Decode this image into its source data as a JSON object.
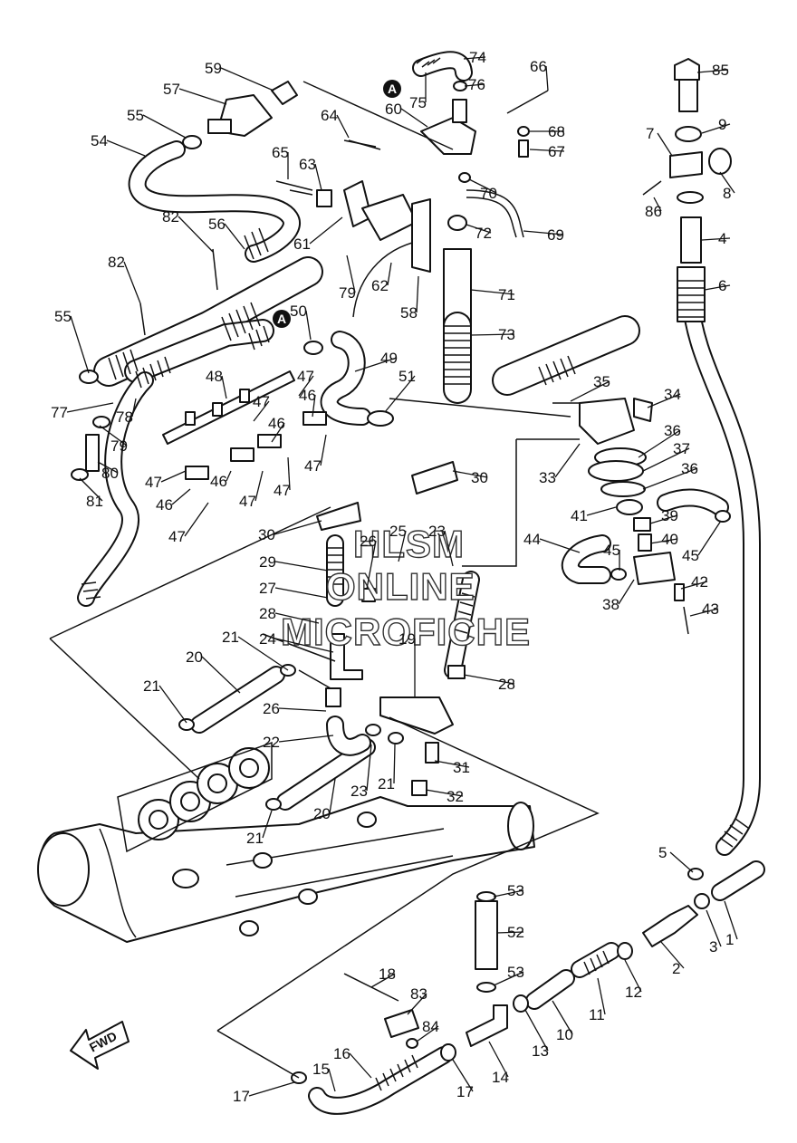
{
  "callouts": [
    "1",
    "2",
    "3",
    "4",
    "5",
    "6",
    "7",
    "8",
    "9",
    "10",
    "11",
    "12",
    "13",
    "14",
    "15",
    "16",
    "17",
    "18",
    "19",
    "20",
    "21",
    "22",
    "23",
    "24",
    "25",
    "26",
    "27",
    "28",
    "29",
    "30",
    "31",
    "32",
    "33",
    "34",
    "35",
    "36",
    "37",
    "38",
    "39",
    "40",
    "41",
    "42",
    "43",
    "44",
    "45",
    "46",
    "47",
    "48",
    "49",
    "50",
    "51",
    "52",
    "53",
    "54",
    "55",
    "56",
    "57",
    "58",
    "59",
    "60",
    "61",
    "62",
    "63",
    "64",
    "65",
    "66",
    "67",
    "68",
    "69",
    "70",
    "71",
    "72",
    "73",
    "74",
    "75",
    "76",
    "77",
    "78",
    "79",
    "80",
    "81",
    "82",
    "83",
    "84",
    "85",
    "86"
  ],
  "reference_marker": "A",
  "direction_arrow": "FWD",
  "watermark": {
    "line1": "HLSM",
    "line2": "ONLINE",
    "line3": "MICROFICHE"
  }
}
